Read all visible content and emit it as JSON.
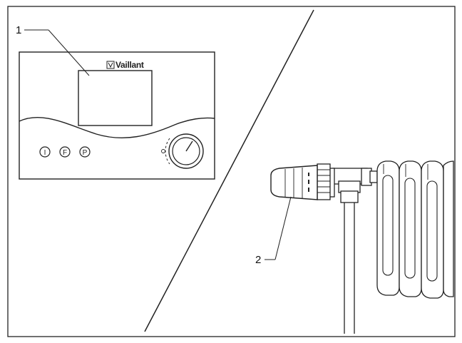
{
  "callouts": [
    {
      "label": "1"
    },
    {
      "label": "2"
    }
  ],
  "controller": {
    "brand": "Vaillant",
    "buttons": [
      "I",
      "F",
      "P"
    ]
  },
  "icons": {
    "display": "lcd-display-icon",
    "dial": "rotary-knob-icon",
    "radiator": "radiator-icon",
    "thermostat": "thermostatic-valve-head-icon"
  },
  "colors": {
    "line": "#222222",
    "background": "#ffffff"
  }
}
